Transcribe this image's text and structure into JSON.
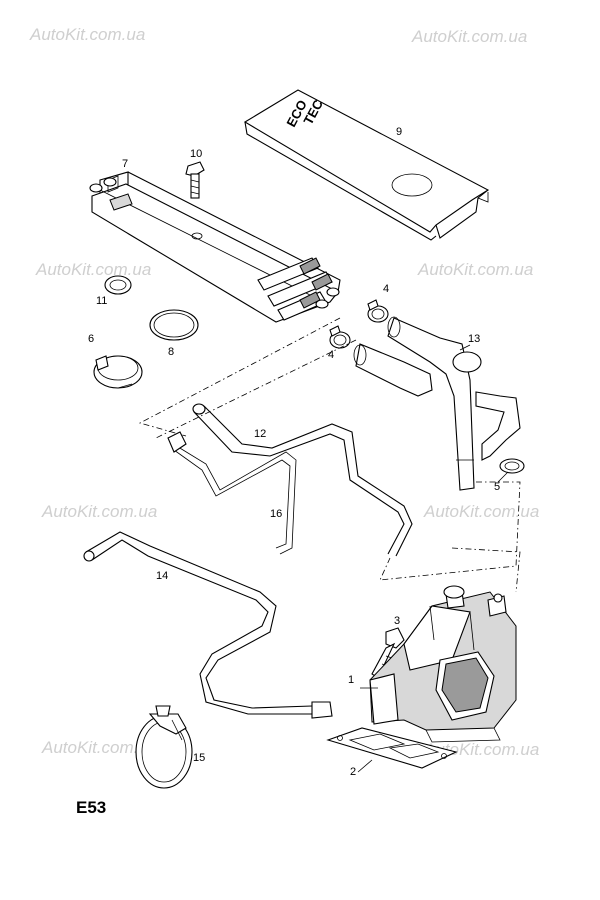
{
  "watermarks": [
    "AutoKit.com.ua",
    "AutoKit.com.ua",
    "AutoKit.com.ua",
    "AutoKit.com.ua",
    "AutoKit.com.ua",
    "AutoKit.com.ua",
    "AutoKit.com.ua",
    "AutoKit.com.ua"
  ],
  "diagram_code": "E53",
  "cover_brand": [
    "ECO",
    "TEC"
  ],
  "callouts": {
    "c1": "1",
    "c2": "2",
    "c3": "3",
    "c4a": "4",
    "c4b": "4",
    "c5": "5",
    "c6": "6",
    "c7": "7",
    "c8": "8",
    "c9": "9",
    "c10": "10",
    "c11": "11",
    "c12": "12",
    "c13": "13",
    "c14": "14",
    "c15": "15",
    "c16": "16"
  }
}
